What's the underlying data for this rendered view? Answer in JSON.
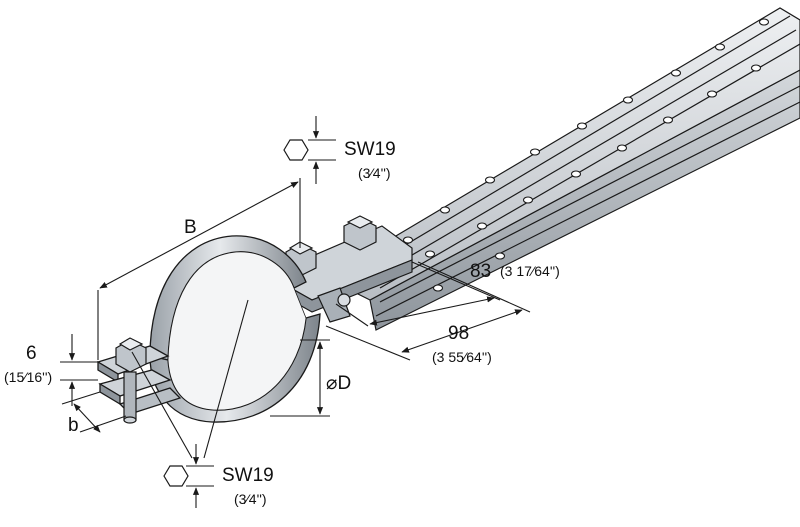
{
  "labels": {
    "width": "B",
    "thickness_mm": "6",
    "thickness_in": "(15⁄16'')",
    "band_width": "b",
    "diameter": "⌀D",
    "sw_top": "SW19",
    "sw_top_in": "(3⁄4'')",
    "sw_bottom": "SW19",
    "sw_bottom_in": "(3⁄4'')",
    "len83_mm": "83",
    "len83_in": "(3 17⁄64'')",
    "len98_mm": "98",
    "len98_in": "(3 55⁄64'')"
  },
  "colors": {
    "metal_light": "#d9dde2",
    "metal_mid": "#aeb4bb",
    "metal_dark": "#6f767e",
    "line": "#1a1a1a"
  }
}
